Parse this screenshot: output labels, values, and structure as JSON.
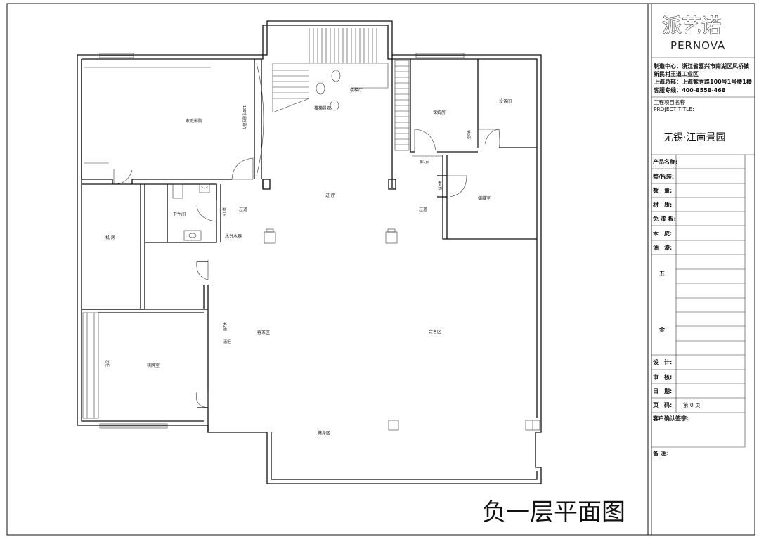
{
  "title_block": {
    "brand_cn": "派艺诺",
    "brand_en": "PERNOVA",
    "company_lines": [
      "制造中心：浙江省嘉兴市南湖区凤桥镇",
      "新民村王道工业区",
      "上海总部：上海紫秀路100号1号楼1楼",
      "客服专线：400-8558-468"
    ],
    "project_label_cn": "工程项目名称",
    "project_label_en": "PROJECT TITLE:",
    "project_name": "无锡·江南景园",
    "fields_top": [
      "产品名称:",
      "整/拆装:",
      "数　量:",
      "材　质:",
      "免 漆 板:",
      "木　皮:",
      "油　漆:"
    ],
    "hardware_chars": [
      "五",
      "金"
    ],
    "fields_bottom": [
      "设　计:",
      "审　核:",
      "日　期:",
      "页　码:"
    ],
    "page_value": "第 0 页",
    "client_sign": "客户确认签字:",
    "remarks": "备 注:"
  },
  "plan": {
    "drawing_title": "负一层平面图",
    "rooms": {
      "home_theater": "家庭影院",
      "stair_hall": "楼梯厅",
      "stair_light": "楼梯景观",
      "nanny": "保姆房",
      "equipment": "设备间",
      "storage": "储藏室",
      "hall": "过 厅",
      "corridor_left": "过道",
      "corridor_right": "过道",
      "bathroom": "卫生间",
      "machine": "机 房",
      "water_dist": "水分水器",
      "guest_area": "客茶区",
      "meeting_area": "会客区",
      "chess_room": "棋牌室",
      "fitness": "健身区"
    },
    "labels": {
      "screen": "150寸遥控幕布",
      "page_ref_1": "第1页",
      "page_ref_2": "第5页",
      "page_ref_3": "第4页",
      "page_ref_4": "第3页",
      "page_ref_5": "第2页",
      "elec": "酒柜",
      "side": "边柜"
    }
  }
}
